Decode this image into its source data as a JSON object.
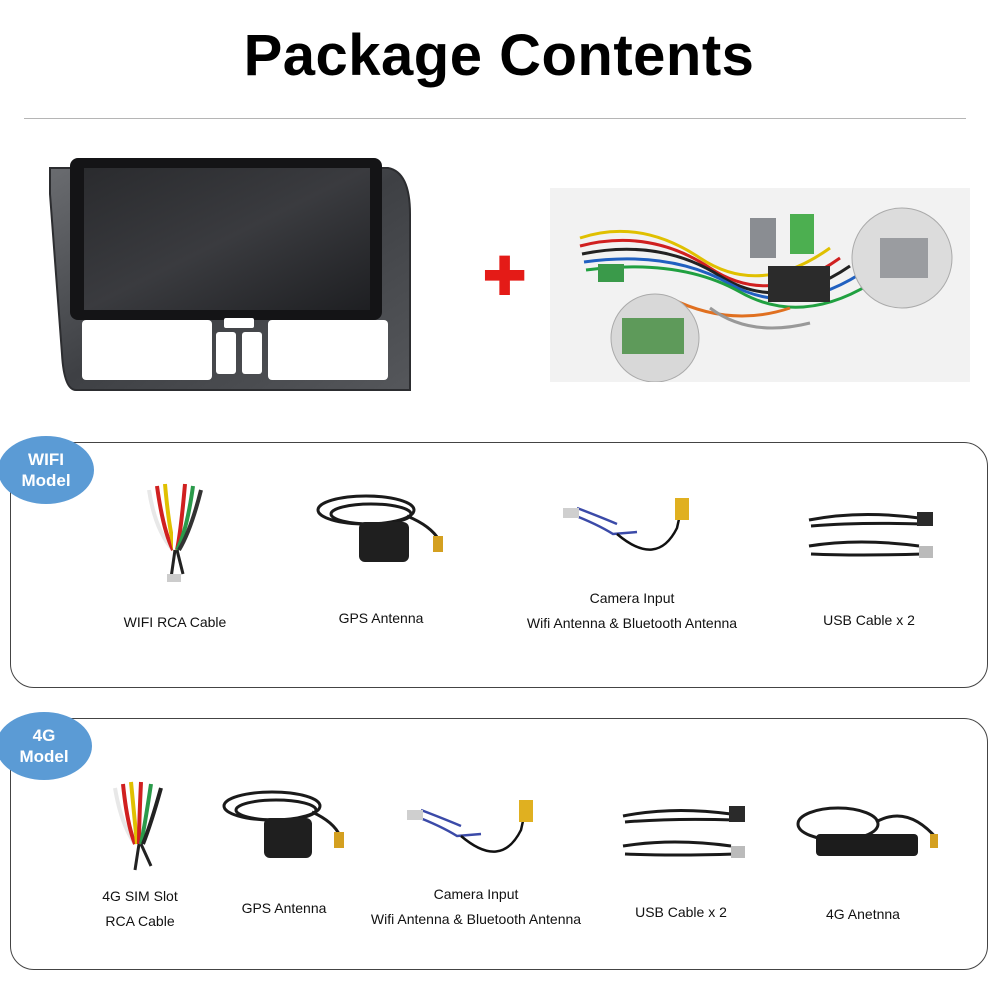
{
  "header": {
    "title": "Package Contents"
  },
  "products": {
    "head_unit_icon": "car-stereo-head-unit",
    "plus_icon": "plus-sign",
    "plus_color": "#e41b17",
    "harness_icon": "wiring-harness"
  },
  "wifi_model": {
    "badge_line1": "WIFI",
    "badge_line2": "Model",
    "badge_color": "#5b9bd5",
    "items": [
      {
        "icon": "rca-cable-icon",
        "caption_line1": "WIFI RCA Cable",
        "caption_line2": ""
      },
      {
        "icon": "gps-antenna-icon",
        "caption_line1": "GPS Antenna",
        "caption_line2": ""
      },
      {
        "icon": "camera-input-cable-icon",
        "caption_line1": "Camera Input",
        "caption_line2": "Wifi Antenna & Bluetooth Antenna"
      },
      {
        "icon": "usb-cable-icon",
        "caption_line1": "USB Cable x 2",
        "caption_line2": ""
      }
    ]
  },
  "g4_model": {
    "badge_line1": "4G",
    "badge_line2": "Model",
    "badge_color": "#5b9bd5",
    "items": [
      {
        "icon": "rca-cable-icon",
        "caption_line1": "4G SIM Slot",
        "caption_line2": "RCA Cable"
      },
      {
        "icon": "gps-antenna-icon",
        "caption_line1": "GPS Antenna",
        "caption_line2": ""
      },
      {
        "icon": "camera-input-cable-icon",
        "caption_line1": "Camera Input",
        "caption_line2": "Wifi Antenna & Bluetooth Antenna"
      },
      {
        "icon": "usb-cable-icon",
        "caption_line1": "USB Cable x 2",
        "caption_line2": ""
      },
      {
        "icon": "4g-antenna-icon",
        "caption_line1": "4G Anetnna",
        "caption_line2": ""
      }
    ]
  }
}
